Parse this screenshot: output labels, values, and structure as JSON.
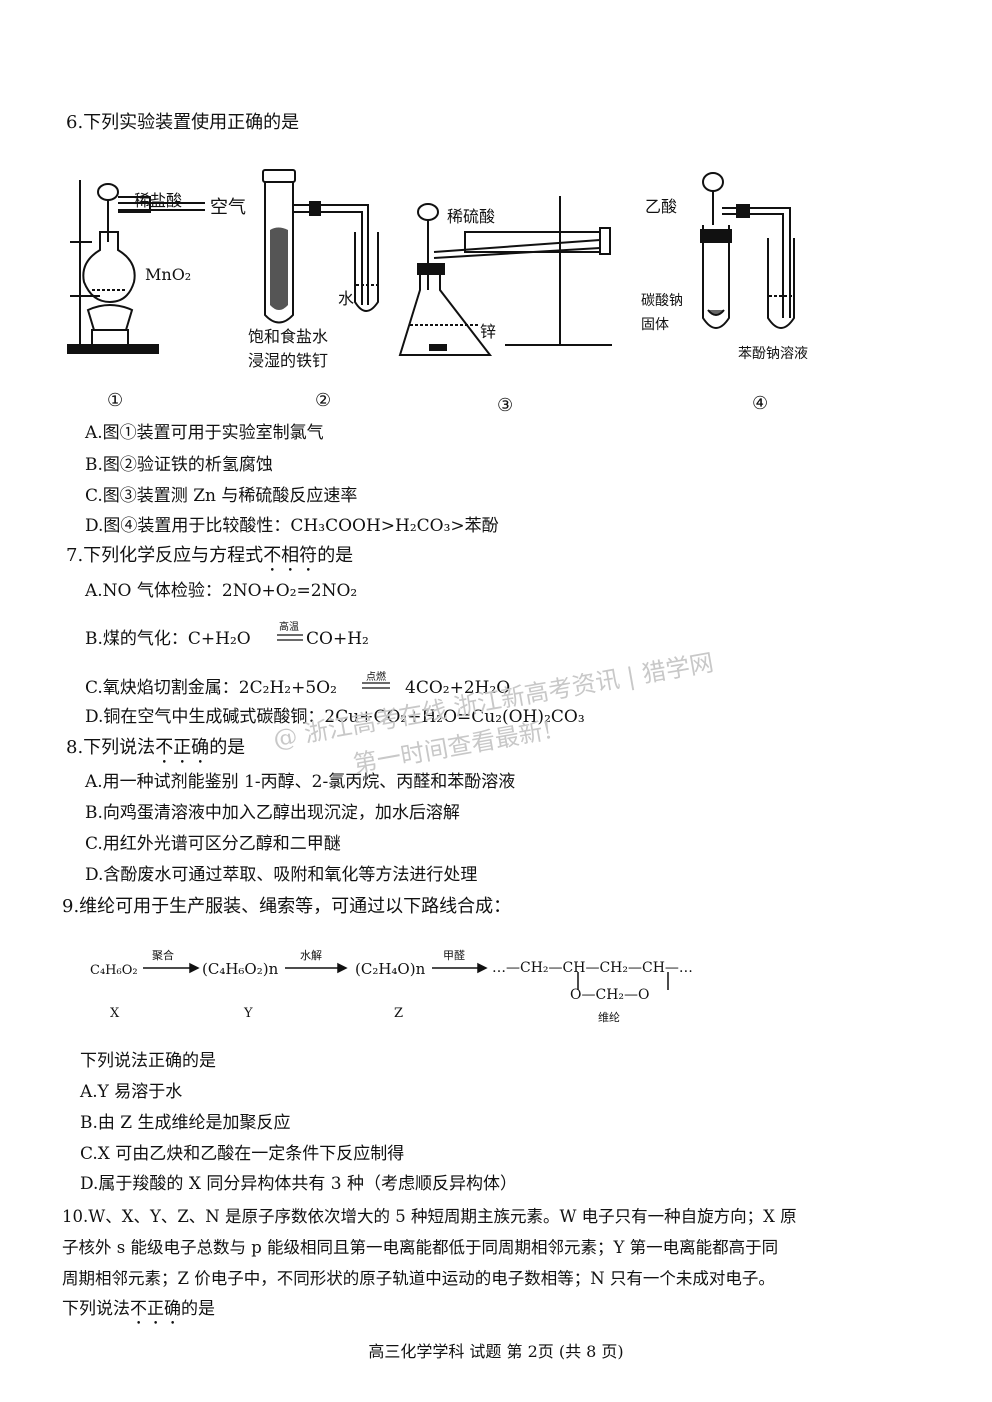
{
  "q6": {
    "stem": "6.下列实验装置使用正确的是",
    "labels": {
      "a1": "稀盐酸",
      "a2": "MnO₂",
      "b1": "空气",
      "b2": "水",
      "b3": "饱和食盐水",
      "b4": "浸湿的铁钉",
      "c1": "稀硫酸",
      "c2": "锌",
      "d1": "乙酸",
      "d2": "碳酸钠",
      "d3": "固体",
      "d4": "苯酚钠溶液"
    },
    "fig_numbers": [
      "①",
      "②",
      "③",
      "④"
    ],
    "options": [
      "A.图①装置可用于实验室制氯气",
      "B.图②验证铁的析氢腐蚀",
      "C.图③装置测 Zn 与稀硫酸反应速率",
      "D.图④装置用于比较酸性：CH₃COOH>H₂CO₃>苯酚"
    ]
  },
  "q7": {
    "stem_pre": "7.下列化学反应与方程式",
    "stem_em": "不相符",
    "stem_post": "的是",
    "options": [
      "A.NO 气体检验：2NO+O₂=2NO₂",
      "B.煤的气化：C+H₂O",
      "C.氧炔焰切割金属：2C₂H₂+5O₂",
      "D.铜在空气中生成碱式碳酸铜：2Cu+CO₂+H₂O=Cu₂(OH)₂CO₃"
    ],
    "b_cond": "高温",
    "b_product": "CO+H₂",
    "c_cond": "点燃",
    "c_product": "4CO₂+2H₂O"
  },
  "q8": {
    "stem_pre": "8.下列说法",
    "stem_em": "不正确",
    "stem_post": "的是",
    "options": [
      "A.用一种试剂能鉴别 1-丙醇、2-氯丙烷、丙醛和苯酚溶液",
      "B.向鸡蛋清溶液中加入乙醇出现沉淀，加水后溶解",
      "C.用红外光谱可区分乙醇和二甲醚",
      "D.含酚废水可通过萃取、吸附和氧化等方法进行处理"
    ]
  },
  "q9": {
    "stem": "9.维纶可用于生产服装、绳索等，可通过以下路线合成：",
    "scheme": {
      "x_formula": "C₄H₆O₂",
      "x_label": "X",
      "a1": "聚合",
      "y_formula": "(C₄H₆O₂)n",
      "y_label": "Y",
      "a2": "水解",
      "z_formula": "(C₂H₄O)n",
      "z_label": "Z",
      "a3": "甲醛",
      "chain": "…—CH₂—CH—CH₂—CH—…",
      "ring": "O—CH₂—O",
      "product_label": "维纶"
    },
    "sub_stem": "下列说法正确的是",
    "options": [
      "A.Y 易溶于水",
      "B.由 Z 生成维纶是加聚反应",
      "C.X 可由乙炔和乙酸在一定条件下反应制得",
      "D.属于羧酸的 X 同分异构体共有 3 种（考虑顺反异构体）"
    ]
  },
  "q10": {
    "line1": "10.W、X、Y、Z、N 是原子序数依次增大的 5 种短周期主族元素。W 电子只有一种自旋方向；X 原",
    "line2": "子核外 s 能级电子总数与 p 能级相同且第一电离能都低于同周期相邻元素；Y 第一电离能都高于同",
    "line3": "周期相邻元素；Z 价电子中，不同形状的原子轨道中运动的电子数相等；N 只有一个未成对电子。",
    "stem_pre": "下列说法",
    "stem_em": "不正确",
    "stem_post": "的是"
  },
  "watermark": {
    "line1": "@ 浙江高考在线    浙江新高考资讯 | 猎学网",
    "line2": "第一时间查看最新!"
  },
  "footer": "高三化学学科  试题  第 2页 (共 8 页)"
}
